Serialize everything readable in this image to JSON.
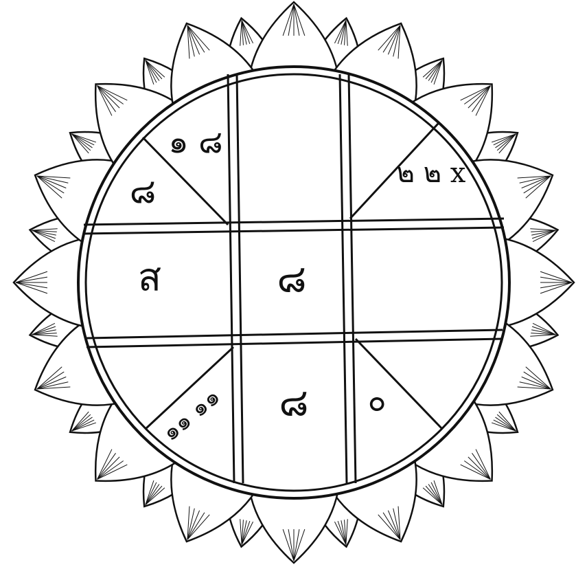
{
  "colors": {
    "ink": "#111111",
    "paper": "#ffffff"
  },
  "cells": {
    "top_left_upper": "๑ ๘",
    "top_left_lower": "๘",
    "top_right_lower": "๒ ๒ x",
    "middle_left": "ส",
    "center": "๘",
    "bottom_center": "๘",
    "bottom_left_lower": "๑๑ ๑๑",
    "bottom_right_lower": "๐"
  }
}
